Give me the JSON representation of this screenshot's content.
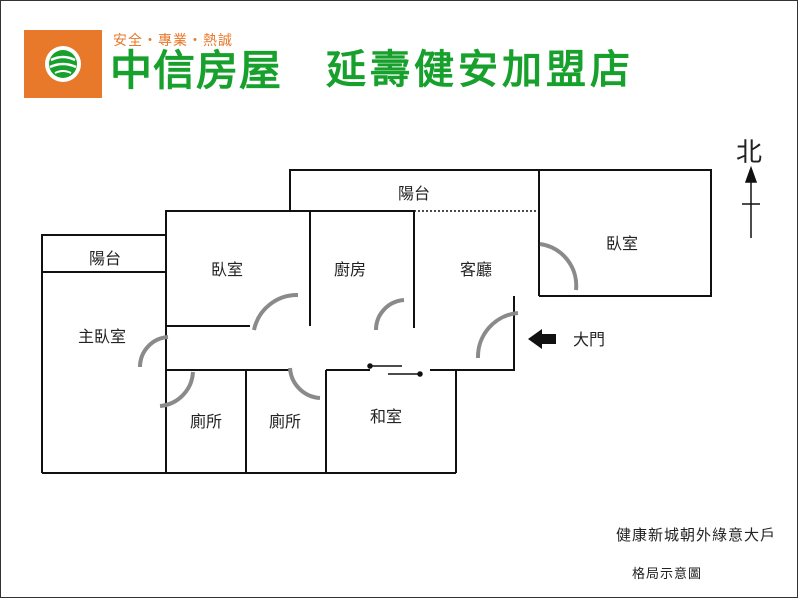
{
  "header": {
    "tagline": "安全・專業・熱誠",
    "brand": "中信房屋",
    "store": "延壽健安加盟店"
  },
  "rooms": {
    "balcony_left": "陽台",
    "master_bedroom": "主臥室",
    "bedroom_mid": "臥室",
    "kitchen": "廚房",
    "balcony_top": "陽台",
    "living_room": "客廳",
    "bedroom_right": "臥室",
    "main_door": "大門",
    "toilet_1": "廁所",
    "toilet_2": "廁所",
    "tatami_room": "和室"
  },
  "compass": {
    "north": "北"
  },
  "footer": {
    "title": "健康新城朝外綠意大戶",
    "subtitle": "格局示意圖"
  },
  "colors": {
    "brand_green": "#17a12c",
    "brand_orange": "#e8792a",
    "door_arc": "#8a8a8a"
  }
}
